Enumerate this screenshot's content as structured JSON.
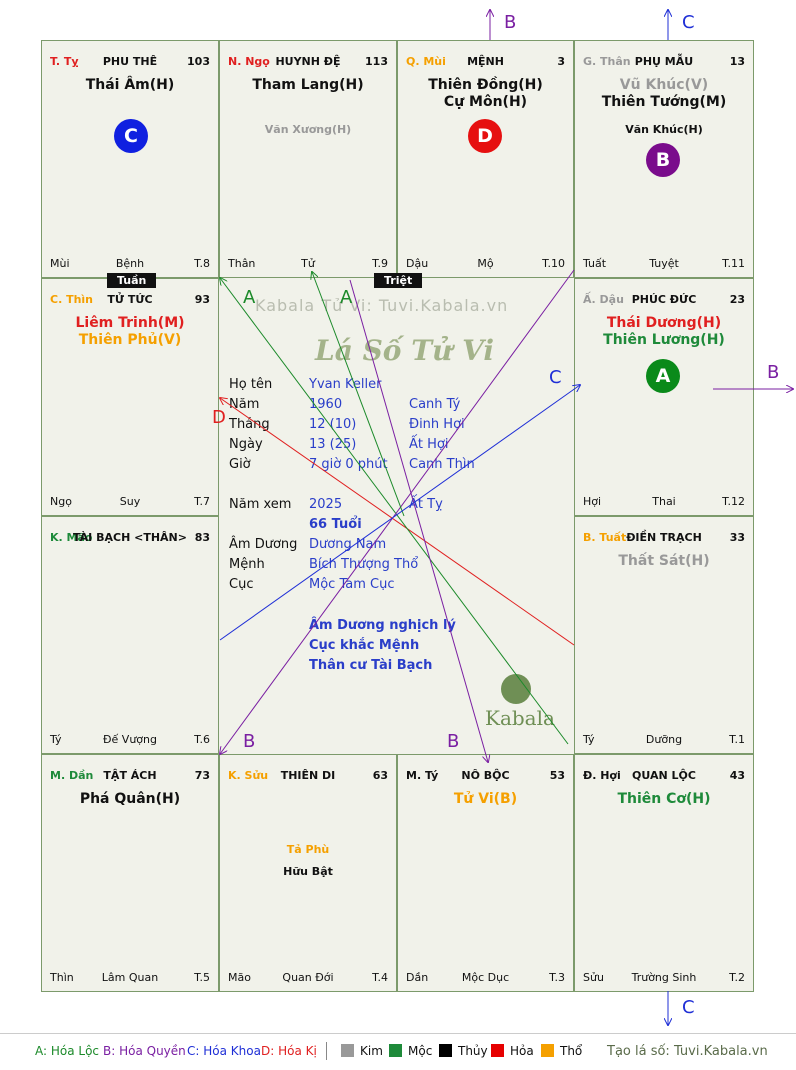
{
  "palaces": {
    "ty": {
      "branch": "T. Tỵ",
      "name": "PHU THÊ",
      "num": "103",
      "star1": "Thái Âm(H)",
      "star2": "",
      "minor": "",
      "bl": "Mùi",
      "bc": "Bệnh",
      "br": "T.8"
    },
    "ngo": {
      "branch": "N. Ngọ",
      "name": "HUYNH ĐỆ",
      "num": "113",
      "star1": "Tham Lang(H)",
      "star2": "",
      "minor": "Văn Xương(H)",
      "bl": "Thân",
      "bc": "Tử",
      "br": "T.9"
    },
    "mui": {
      "branch": "Q. Mùi",
      "name": "MỆNH",
      "num": "3",
      "star1": "Thiên Đồng(H)",
      "star2": "Cự Môn(H)",
      "minor": "",
      "bl": "Dậu",
      "bc": "Mộ",
      "br": "T.10"
    },
    "than": {
      "branch": "G. Thân",
      "name": "PHỤ MẪU",
      "num": "13",
      "star1": "Vũ Khúc(V)",
      "star2": "Thiên Tướng(M)",
      "minor": "Văn Khúc(H)",
      "bl": "Tuất",
      "bc": "Tuyệt",
      "br": "T.11"
    },
    "thin": {
      "branch": "C. Thìn",
      "name": "TỬ TỨC",
      "num": "93",
      "star1": "Liêm Trinh(M)",
      "star2": "Thiên Phủ(V)",
      "minor": "",
      "bl": "Ngọ",
      "bc": "Suy",
      "br": "T.7"
    },
    "dau": {
      "branch": "Ấ. Dậu",
      "name": "PHÚC ĐỨC",
      "num": "23",
      "star1": "Thái Dương(H)",
      "star2": "Thiên Lương(H)",
      "minor": "",
      "bl": "Hợi",
      "bc": "Thai",
      "br": "T.12"
    },
    "mao": {
      "branch": "K. Mão",
      "name": "TÀI BẠCH <THÂN>",
      "num": "83",
      "star1": "",
      "star2": "",
      "minor": "",
      "bl": "Tý",
      "bc": "Đế Vượng",
      "br": "T.6"
    },
    "tuat": {
      "branch": "B. Tuất",
      "name": "ĐIỀN TRẠCH",
      "num": "33",
      "star1": "Thất Sát(H)",
      "star2": "",
      "minor": "",
      "bl": "Tý",
      "bc": "Dưỡng",
      "br": "T.1"
    },
    "dan": {
      "branch": "M. Dần",
      "name": "TẬT ÁCH",
      "num": "73",
      "star1": "Phá Quân(H)",
      "star2": "",
      "minor": "",
      "bl": "Thìn",
      "bc": "Lâm Quan",
      "br": "T.5"
    },
    "suu": {
      "branch": "K. Sửu",
      "name": "THIÊN DI",
      "num": "63",
      "star1": "",
      "star2": "",
      "minor": "Tả Phù",
      "minor2": "Hữu Bật",
      "bl": "Mão",
      "bc": "Quan Đới",
      "br": "T.4"
    },
    "tyy": {
      "branch": "M. Tý",
      "name": "NÔ BỘC",
      "num": "53",
      "star1": "Tử Vi(B)",
      "star2": "",
      "minor": "",
      "bl": "Dần",
      "bc": "Mộc Dục",
      "br": "T.3"
    },
    "hoi": {
      "branch": "Đ. Hợi",
      "name": "QUAN LỘC",
      "num": "43",
      "star1": "Thiên Cơ(H)",
      "star2": "",
      "minor": "",
      "bl": "Sửu",
      "bc": "Trường Sinh",
      "br": "T.2"
    }
  },
  "tags": {
    "tuan": "Tuần",
    "triet": "Triệt"
  },
  "center": {
    "watermark": "Kabala Tử Vi: Tuvi.Kabala.vn",
    "title": "Lá Số Tử Vi",
    "ho_ten_l": "Họ tên",
    "ho_ten": "Yvan Keller",
    "nam_l": "Năm",
    "nam": "1960",
    "nam_can": "Canh Tý",
    "thang_l": "Tháng",
    "thang": "12  (10)",
    "thang_can": "Đinh Hợi",
    "ngay_l": "Ngày",
    "ngay": "13  (25)",
    "ngay_can": "Ất Hợi",
    "gio_l": "Giờ",
    "gio": "7 giờ 0 phút",
    "gio_can": "Canh Thìn",
    "namxem_l": "Năm xem",
    "namxem": "2025",
    "namxem_can": "Ất Tỵ",
    "tuoi": "66 Tuổi",
    "amduong_l": "Âm Dương",
    "amduong": "Dương Nam",
    "menh_l": "Mệnh",
    "menh": "Bích Thượng Thổ",
    "cuc_l": "Cục",
    "cuc": "Mộc Tam Cục",
    "note1": "Âm Dương nghịch lý",
    "note2": "Cục khắc Mệnh",
    "note3": "Thân cư Tài Bạch",
    "logo": "Kabala"
  },
  "circles": {
    "c1": "C",
    "c2": "D",
    "c3": "B",
    "c4": "A"
  },
  "arrow_labels": {
    "b_top": "B",
    "c_top": "C",
    "b_right": "B",
    "c_bottom": "C",
    "a1": "A",
    "a2": "A",
    "d": "D",
    "c_mid": "C",
    "b_bl": "B",
    "b_bm": "B"
  },
  "legend": {
    "a": "A: Hóa Lộc",
    "b": "B: Hóa Quyền",
    "c": "C: Hóa Khoa",
    "d": "D: Hóa Kị",
    "kim": "Kim",
    "moc": "Mộc",
    "thuy": "Thủy",
    "hoa": "Hỏa",
    "tho": "Thổ",
    "site": "Tạo lá số: Tuvi.Kabala.vn"
  },
  "colors": {
    "kim": "#999999",
    "moc": "#1e8a3a",
    "thuy": "#000000",
    "hoa": "#e60000",
    "tho": "#f5a000"
  }
}
